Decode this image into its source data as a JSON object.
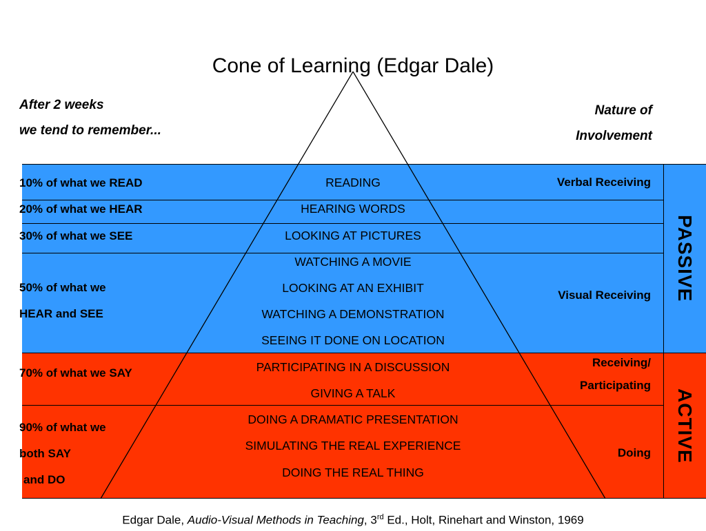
{
  "title": "Cone of Learning (Edgar Dale)",
  "left_header": {
    "line1": "After 2 weeks",
    "line2": "we tend to remember..."
  },
  "right_header": {
    "line1": "Nature of",
    "line2": "Involvement"
  },
  "retention": {
    "read": "10% of what we READ",
    "hear": "20% of what we HEAR",
    "see": "30% of what we SEE",
    "hear_see_1": "50% of what we",
    "hear_see_2": "HEAR and SEE",
    "say": "70% of what we SAY",
    "say_do_1": "90% of what we",
    "say_do_2": "both SAY",
    "say_do_3": "and DO"
  },
  "activities": [
    "READING",
    "HEARING WORDS",
    "LOOKING AT PICTURES",
    "WATCHING A MOVIE",
    "LOOKING AT AN EXHIBIT",
    "WATCHING A DEMONSTRATION",
    "SEEING IT DONE ON LOCATION",
    "PARTICIPATING IN A DISCUSSION",
    "GIVING A TALK",
    "DOING A DRAMATIC PRESENTATION",
    "SIMULATING THE REAL EXPERIENCE",
    "DOING THE REAL THING"
  ],
  "involvement": {
    "verbal": "Verbal Receiving",
    "visual": "Visual Receiving",
    "receiving_1": "Receiving/",
    "receiving_2": "Participating",
    "doing": "Doing"
  },
  "modes": {
    "passive": "PASSIVE",
    "active": "ACTIVE"
  },
  "colors": {
    "passive": "#3399ff",
    "active": "#ff3300"
  },
  "citation": {
    "author": "Edgar Dale, ",
    "work": "Audio-Visual Methods in Teaching",
    "edition_pre": ", 3",
    "edition_sup": "rd",
    "edition_post": " Ed., Holt, Rinehart and Winston, 1969"
  }
}
